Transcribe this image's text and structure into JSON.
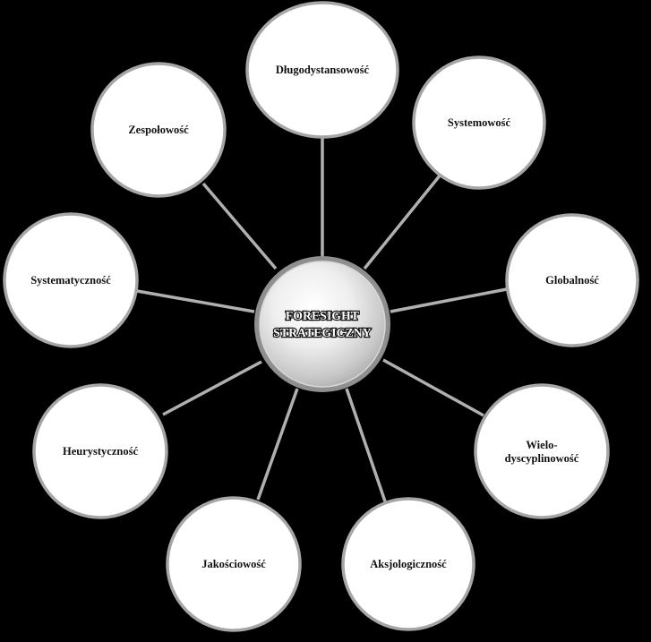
{
  "diagram": {
    "center": {
      "label_line1": "FORESIGHT",
      "label_line2": "STRATEGICZNY"
    },
    "nodes": [
      {
        "line1": "Długodystansowość",
        "line2": ""
      },
      {
        "line1": "Systemowość",
        "line2": ""
      },
      {
        "line1": "Globalność",
        "line2": ""
      },
      {
        "line1": "Wielo-",
        "line2": "dyscyplinowość"
      },
      {
        "line1": "Aksjologiczność",
        "line2": ""
      },
      {
        "line1": "Jakościowość",
        "line2": ""
      },
      {
        "line1": "Heurystyczność",
        "line2": ""
      },
      {
        "line1": "Systematyczność",
        "line2": ""
      },
      {
        "line1": "Zespołowość",
        "line2": ""
      }
    ],
    "colors": {
      "background": "#000000",
      "node_fill": "#ffffff",
      "node_stroke": "#a6a6a6",
      "connector": "#b0b0b0",
      "text": "#111111"
    }
  }
}
